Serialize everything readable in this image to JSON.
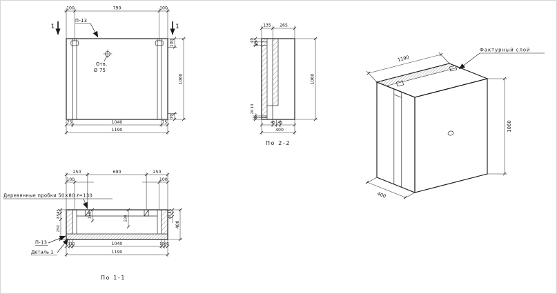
{
  "front": {
    "dims_top": [
      "100",
      "790",
      "100"
    ],
    "label_p13": "П-13",
    "section_mark_left": "1",
    "section_mark_right": "1",
    "hole_label": "Отв.",
    "hole_dia": "Ø 75",
    "dim_right_top": "100",
    "dim_height": "1060",
    "dim_right_bottom": "70",
    "dims_bottom": [
      "75",
      "1040",
      "75"
    ],
    "dim_total": "1190"
  },
  "section22": {
    "caption": "По 2-2",
    "dims_top": [
      "135",
      "265"
    ],
    "dims_left_top": [
      "40",
      "40"
    ],
    "dims_left_bottom": [
      "20",
      "10"
    ],
    "dims_bottom": [
      "45",
      "45"
    ],
    "dim_total": "400",
    "dim_height": "1060"
  },
  "iso": {
    "texture_label": "Фактурный слой",
    "dim_length": "1190",
    "dim_depth": "400",
    "dim_height": "1060"
  },
  "section11": {
    "caption": "По 1-1",
    "plugs_label": "Деревянные пробки 50×80 ℓ=130",
    "dims_top": [
      "250",
      "690",
      "250"
    ],
    "dims_top_sub": [
      "100",
      "100"
    ],
    "dims_left": [
      "45",
      "85",
      "250"
    ],
    "dims_inner": [
      "150",
      "230"
    ],
    "dims_right": [
      "45",
      "45"
    ],
    "dim_depth": "400",
    "label_p13": "П-13",
    "detail_label": "Деталь 1",
    "dims_bottom": [
      "40",
      "10",
      "1040",
      "10",
      "40"
    ],
    "dim_total": "1190"
  }
}
